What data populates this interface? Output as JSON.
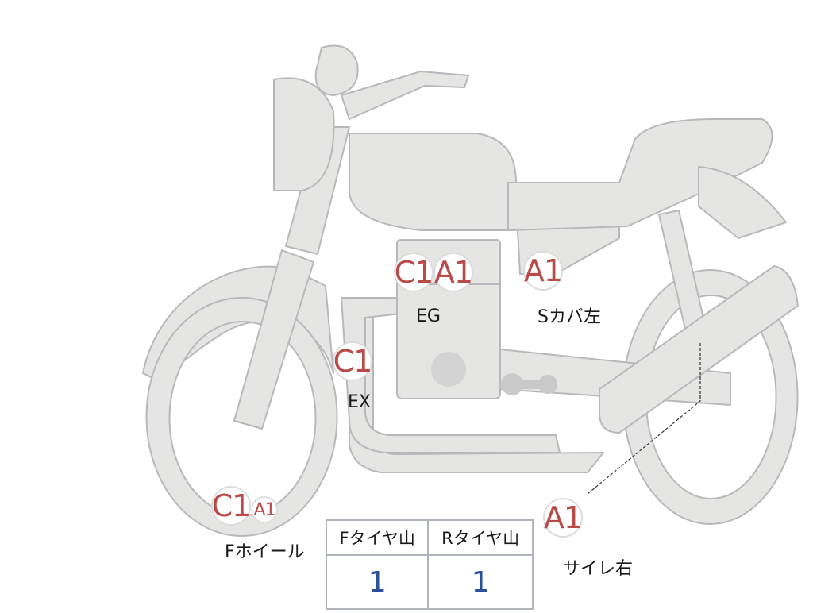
{
  "colors": {
    "body_fill": "#e5e5e3",
    "body_stroke": "#b7b8bb",
    "badge_text": "#b94a48",
    "label_text": "#1a1a1a",
    "table_value": "#2b4f9a"
  },
  "markers": [
    {
      "code": "C1",
      "part": "EG"
    },
    {
      "code": "A1",
      "part": "EG"
    },
    {
      "code": "A1",
      "part": "Sカバ左"
    },
    {
      "code": "C1",
      "part": "EX"
    },
    {
      "code": "C1",
      "part": "Fホイール"
    },
    {
      "code": "A1",
      "part": "Fホイール"
    },
    {
      "code": "A1",
      "part": "サイレ右"
    }
  ],
  "labels": {
    "eg": "EG",
    "scover_left": "Sカバ左",
    "ex": "EX",
    "fwheel": "Fホイール",
    "silencer_right": "サイレ右"
  },
  "tire_table": {
    "headers": [
      "Fタイヤ山",
      "Rタイヤ山"
    ],
    "values": [
      "1",
      "1"
    ]
  }
}
